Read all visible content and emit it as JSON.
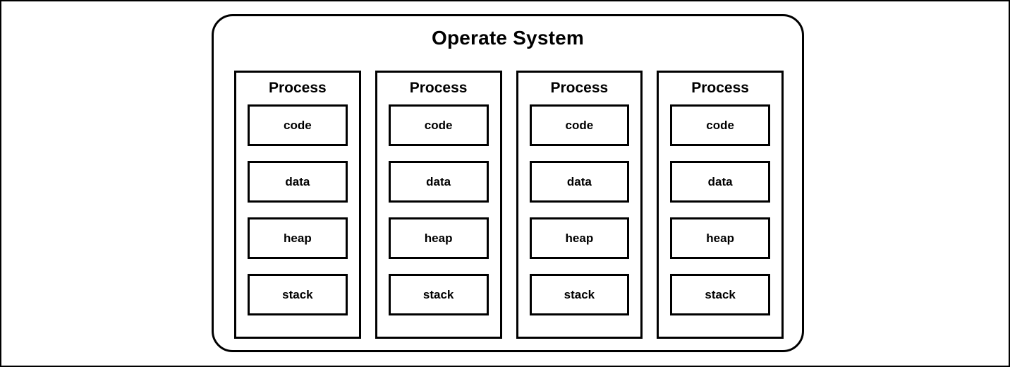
{
  "diagram": {
    "title": "Operate System",
    "border_color": "#000000",
    "background_color": "#ffffff",
    "text_color": "#000000",
    "processes": [
      {
        "title": "Process",
        "segments": [
          {
            "label": "code"
          },
          {
            "label": "data"
          },
          {
            "label": "heap"
          },
          {
            "label": "stack"
          }
        ]
      },
      {
        "title": "Process",
        "segments": [
          {
            "label": "code"
          },
          {
            "label": "data"
          },
          {
            "label": "heap"
          },
          {
            "label": "stack"
          }
        ]
      },
      {
        "title": "Process",
        "segments": [
          {
            "label": "code"
          },
          {
            "label": "data"
          },
          {
            "label": "heap"
          },
          {
            "label": "stack"
          }
        ]
      },
      {
        "title": "Process",
        "segments": [
          {
            "label": "code"
          },
          {
            "label": "data"
          },
          {
            "label": "heap"
          },
          {
            "label": "stack"
          }
        ]
      }
    ]
  }
}
